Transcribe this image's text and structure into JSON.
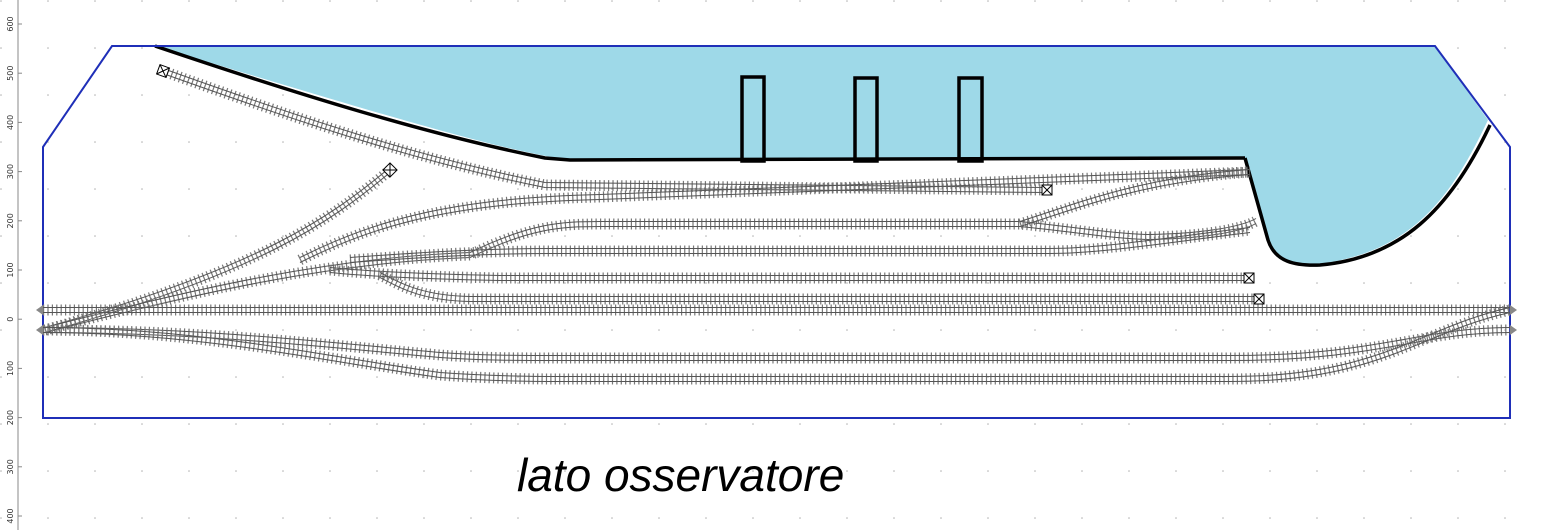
{
  "caption": "lato osservatore",
  "ruler": {
    "labels": [
      "600",
      "500",
      "400",
      "300",
      "200",
      "100",
      "0",
      "100",
      "200",
      "300",
      "400"
    ]
  },
  "colors": {
    "boundary": "#1f2fb8",
    "water": "#9ed9e8",
    "shoreline": "#000000",
    "track": "#666666",
    "background": "#ffffff"
  },
  "icons": {
    "buffer_stop": "buffer-stop-icon",
    "track_end": "track-end-arrow-icon"
  }
}
